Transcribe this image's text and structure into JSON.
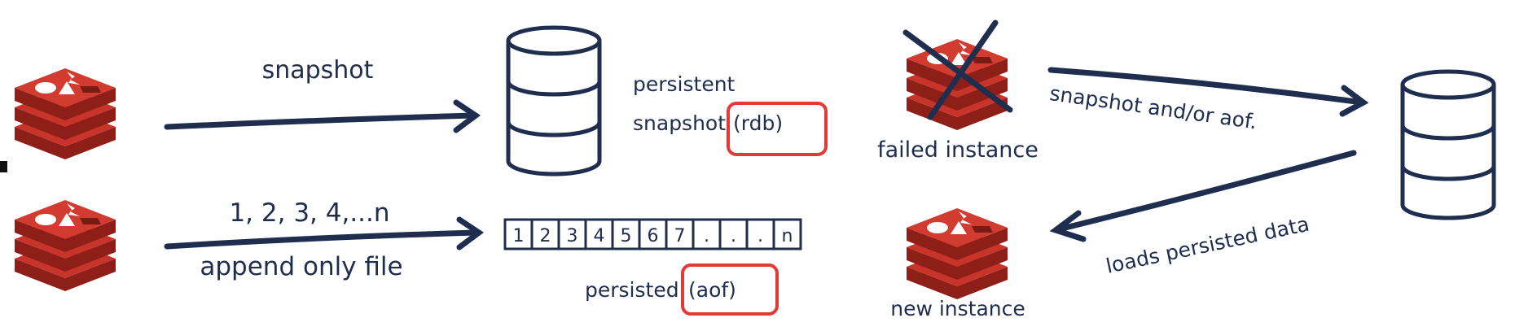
{
  "labels": {
    "snapshot": "snapshot",
    "sequence": "1, 2, 3, 4,...n",
    "append_only": "append only file",
    "persistent": "persistent",
    "snapshot_rdb_prefix": "snapshot",
    "rdb": "(rdb)",
    "persisted_prefix": "persisted",
    "aof": "(aof)",
    "failed_instance": "failed instance",
    "new_instance": "new instance",
    "snapshot_and_or_aof": "snapshot and/or aof.",
    "loads_persisted_data": "loads persisted data"
  },
  "aof_cells": [
    "1",
    "2",
    "3",
    "4",
    "5",
    "6",
    "7",
    ".",
    ".",
    ".",
    "n"
  ],
  "colors": {
    "ink": "#1f2d4f",
    "redis_red": "#c8342a",
    "redis_dark": "#8e1f18",
    "highlight_box": "#e53935"
  }
}
